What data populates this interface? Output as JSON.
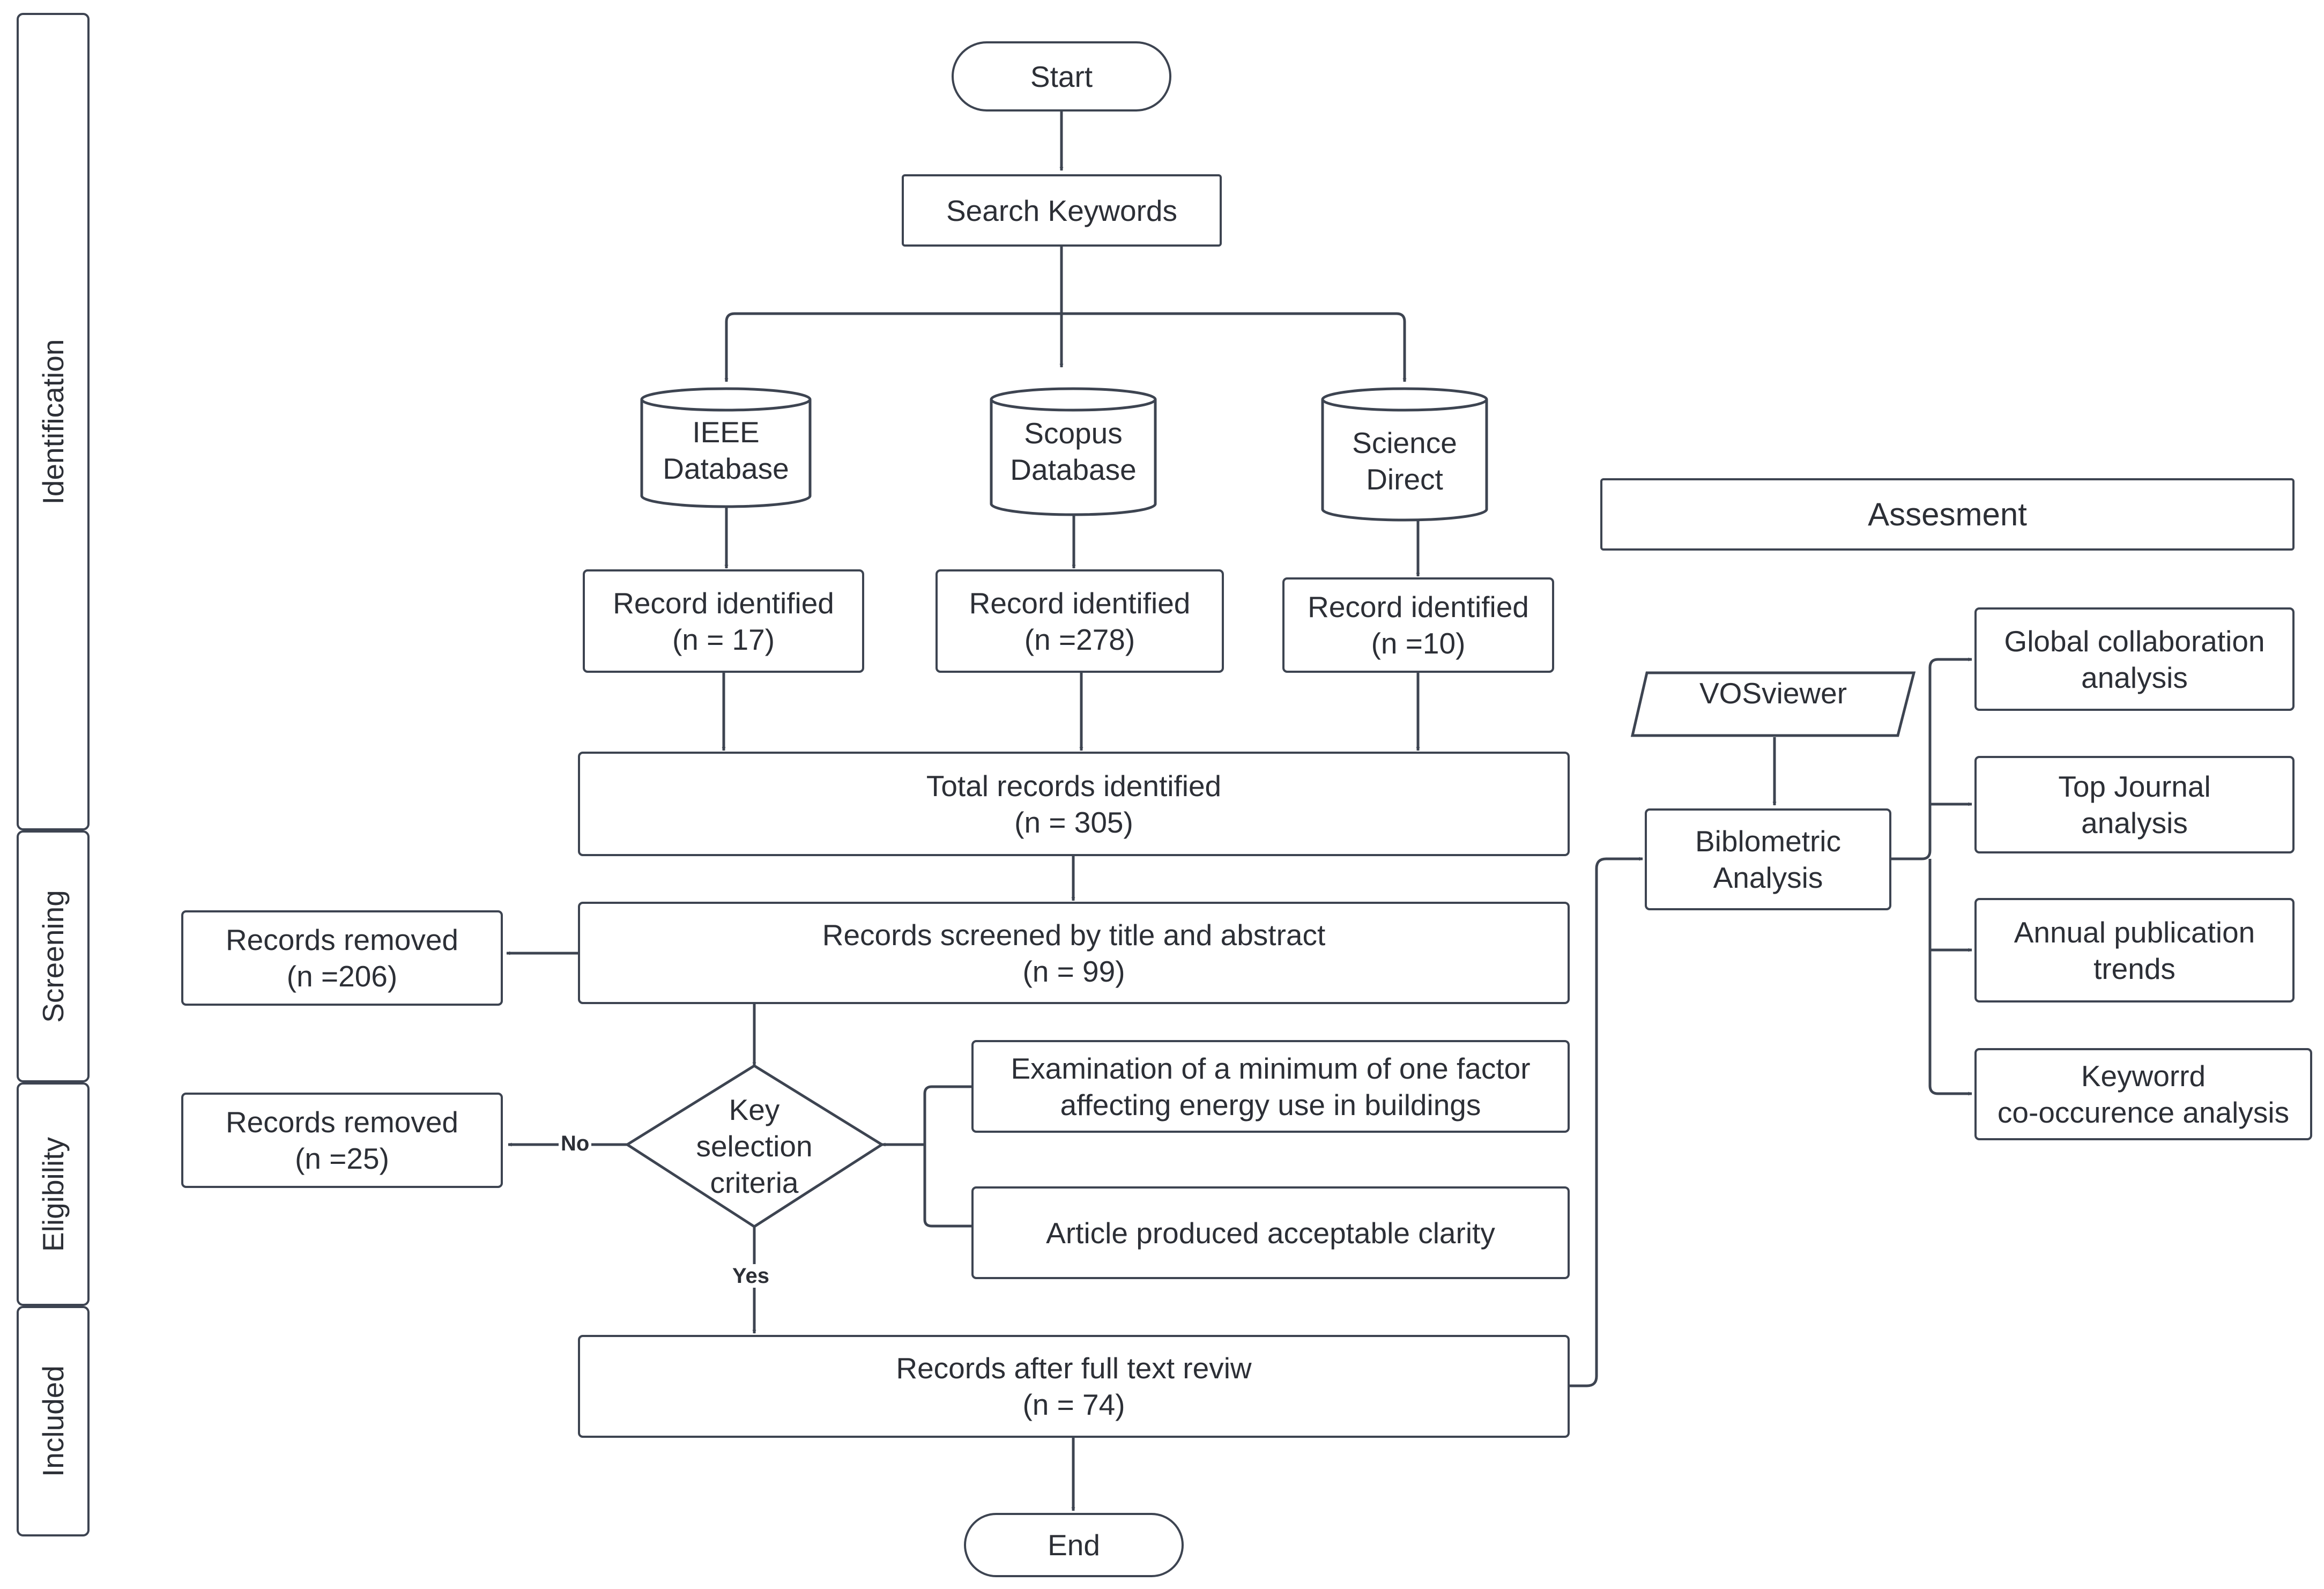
{
  "lanes": {
    "identification": "Identification",
    "screening": "Screening",
    "eligibility": "Eligibility",
    "included": "Included"
  },
  "nodes": {
    "start": "Start",
    "search_keywords": "Search Keywords",
    "ieee_db": [
      "IEEE",
      "Database"
    ],
    "scopus_db": [
      "Scopus",
      "Database"
    ],
    "science_direct": [
      "Science",
      "Direct"
    ],
    "record_ieee": [
      "Record identified",
      "(n = 17)"
    ],
    "record_scopus": [
      "Record identified",
      "(n =278)"
    ],
    "record_sd": [
      "Record identified",
      "(n =10)"
    ],
    "total_records": [
      "Total records identified",
      "(n = 305)"
    ],
    "screened": [
      "Records screened by title and abstract",
      "(n = 99)"
    ],
    "removed_206": [
      "Records removed",
      "(n =206)"
    ],
    "key_criteria": [
      "Key",
      "selection",
      "criteria"
    ],
    "criterion_1": [
      "Examination of  a minimum of one factor",
      "affecting energy use in buildings"
    ],
    "criterion_2": "Article produced acceptable clarity",
    "removed_25": [
      "Records removed",
      "(n =25)"
    ],
    "full_text": [
      "Records after full text reviw",
      "(n = 74)"
    ],
    "end": "End",
    "assessment": "Assesment",
    "vosviewer": "VOSviewer",
    "bibliometric": [
      "Biblometric",
      "Analysis"
    ],
    "global_collab": [
      "Global collaboration",
      "analysis"
    ],
    "top_journal": [
      "Top Journal",
      "analysis"
    ],
    "annual_pub": [
      "Annual publication",
      "trends"
    ],
    "keyword_cooc": [
      "Keyworrd",
      "co-occurence analysis"
    ]
  },
  "edge_labels": {
    "no": "No",
    "yes": "Yes"
  },
  "colors": {
    "stroke": "#3d4451",
    "text": "#2c2f36",
    "background": "#ffffff"
  }
}
